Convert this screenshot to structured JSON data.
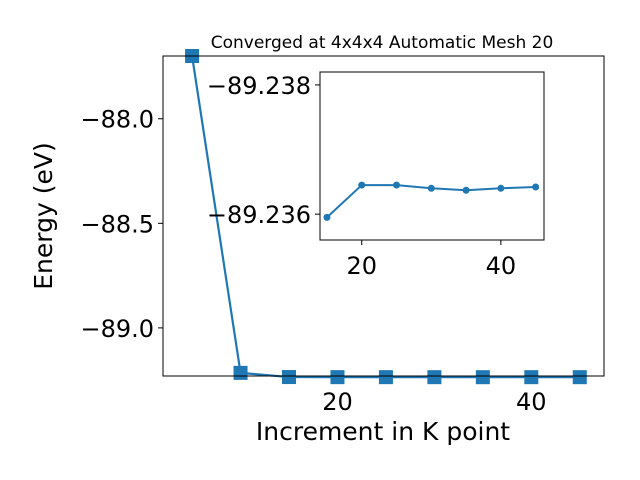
{
  "chart_data": [
    {
      "type": "line",
      "title": "Converged at 4x4x4 Automatic Mesh 20",
      "xlabel": "Increment in K point",
      "ylabel": "Energy (eV)",
      "xlim": [
        2.0,
        47.5
      ],
      "ylim": [
        -89.23,
        -87.7
      ],
      "xticks": [
        20,
        40
      ],
      "yticks": [
        -88.0,
        -88.5,
        -89.0
      ],
      "x_tick_labels": [
        "20",
        "40"
      ],
      "y_tick_labels": [
        "−88.0",
        "−88.5",
        "−89.0"
      ],
      "grid": false,
      "marker": "square",
      "color": "#1f77b4",
      "x": [
        5,
        10,
        15,
        20,
        25,
        30,
        35,
        40,
        45
      ],
      "y": [
        -87.7,
        -89.215,
        -89.235,
        -89.2355,
        -89.2355,
        -89.2356,
        -89.2357,
        -89.2356,
        -89.2356
      ]
    },
    {
      "type": "line",
      "title": "",
      "xlabel": "",
      "ylabel": "",
      "xlim": [
        14.0,
        46.2
      ],
      "ylim": [
        -89.2356,
        -89.2382
      ],
      "xticks": [
        20,
        40
      ],
      "yticks": [
        -89.238,
        -89.236
      ],
      "x_tick_labels": [
        "20",
        "40"
      ],
      "y_tick_labels": [
        "−89.238",
        "−89.236"
      ],
      "grid": false,
      "marker": "circle",
      "color": "#1f77b4",
      "x": [
        15,
        20,
        25,
        30,
        35,
        40,
        45
      ],
      "y": [
        -89.23595,
        -89.23645,
        -89.23645,
        -89.2364,
        -89.23637,
        -89.2364,
        -89.23642
      ]
    }
  ]
}
